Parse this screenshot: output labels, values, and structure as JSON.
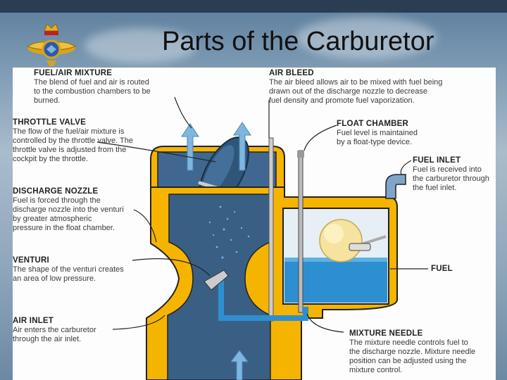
{
  "slide": {
    "title": "Parts of the Carburetor"
  },
  "labels": {
    "fuel_air_mixture": {
      "heading": "FUEL/AIR MIXTURE",
      "lines": [
        "The blend of fuel and air is routed",
        "to the combustion chambers to be",
        "burned."
      ]
    },
    "air_bleed": {
      "heading": "AIR BLEED",
      "lines": [
        "The air bleed allows air to be mixed with fuel being",
        "drawn out of the discharge nozzle to decrease",
        "fuel density and promote fuel vaporization."
      ]
    },
    "throttle_valve": {
      "heading": "THROTTLE VALVE",
      "lines": [
        "The flow of the fuel/air mixture is",
        "controlled by the throttle valve. The",
        "throttle valve is adjusted from the",
        "cockpit by the throttle."
      ]
    },
    "float_chamber": {
      "heading": "FLOAT CHAMBER",
      "lines": [
        "Fuel level is maintained",
        "by a float-type device."
      ]
    },
    "fuel_inlet": {
      "heading": "FUEL INLET",
      "lines": [
        "Fuel is received into",
        "the carburetor through",
        "the fuel inlet."
      ]
    },
    "discharge_nozzle": {
      "heading": "DISCHARGE NOZZLE",
      "lines": [
        "Fuel is forced through the",
        "discharge nozzle into the venturi",
        "by greater atmospheric",
        "pressure in the float chamber."
      ]
    },
    "fuel": {
      "heading": "FUEL",
      "lines": []
    },
    "venturi": {
      "heading": "VENTURI",
      "lines": [
        "The shape of the venturi creates",
        "an area of low pressure."
      ]
    },
    "air_inlet": {
      "heading": "AIR INLET",
      "lines": [
        "Air enters the carburetor",
        "through the air inlet."
      ]
    },
    "mixture_needle": {
      "heading": "MIXTURE NEEDLE",
      "lines": [
        "The mixture needle controls fuel to",
        "the discharge nozzle. Mixture needle",
        "position can be adjusted using the",
        "mixture control."
      ]
    }
  },
  "colors": {
    "body_yellow": "#f5b400",
    "body_outline": "#222222",
    "fluid_blue": "#2e8fd0",
    "air_blue": "#3a5f85",
    "float_cream": "#f6e3a0"
  }
}
